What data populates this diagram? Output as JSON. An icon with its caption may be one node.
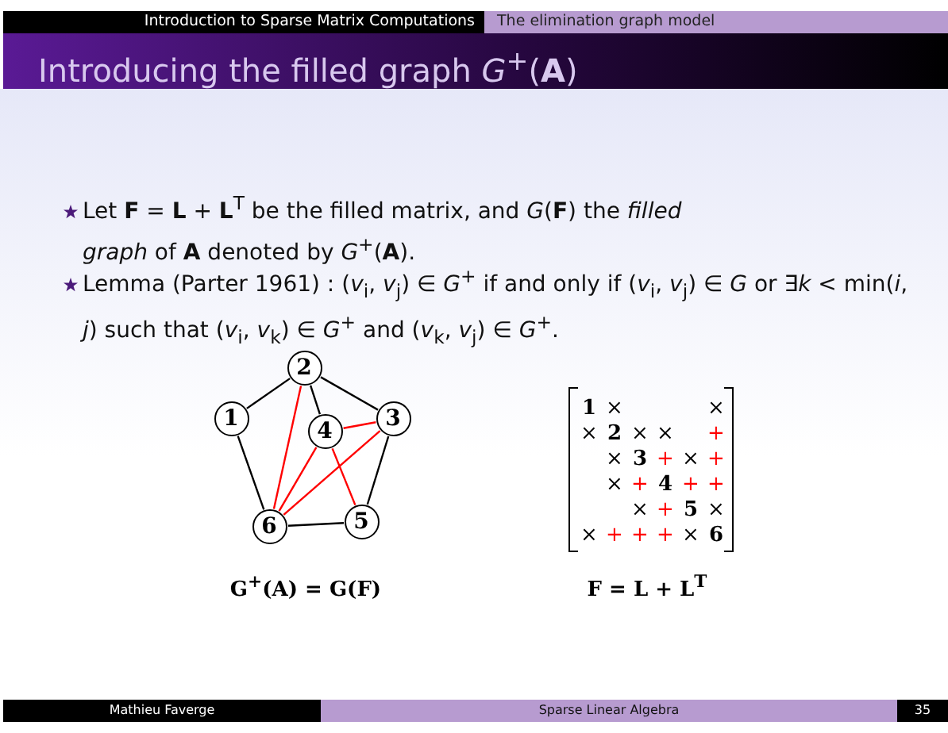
{
  "diagram": {
    "title": "Introducing the filled graph *G*$^{+}$(**A**)",
    "nodes": [
      {
        "text": [
          "1"
        ]
      },
      {
        "text": [
          "2"
        ]
      },
      {
        "text": [
          "3"
        ]
      },
      {
        "text": [
          "4"
        ]
      },
      {
        "text": [
          "5"
        ]
      },
      {
        "text": [
          "6"
        ]
      }
    ],
    "edges": [
      {
        "from": 0,
        "to": 1,
        "arrow": "none"
      },
      {
        "from": 1,
        "to": 2,
        "arrow": "none"
      },
      {
        "from": 1,
        "to": 3,
        "arrow": "none"
      },
      {
        "from": 2,
        "to": 4,
        "arrow": "none"
      },
      {
        "from": 4,
        "to": 5,
        "arrow": "none"
      },
      {
        "from": 0,
        "to": 5,
        "arrow": "none"
      },
      {
        "from": 1,
        "to": 5,
        "arrow": "none",
        "color": "#ff0000"
      },
      {
        "from": 3,
        "to": 5,
        "arrow": "none",
        "color": "#ff0000"
      },
      {
        "from": 2,
        "to": 5,
        "arrow": "none",
        "color": "#ff0000"
      },
      {
        "from": 3,
        "to": 2,
        "arrow": "none",
        "color": "#ff0000"
      },
      {
        "from": 3,
        "to": 4,
        "arrow": "none",
        "color": "#ff0000"
      }
    ],
    "labels": [
      "Introduction to Sparse Matrix Computations",
      "The elimination graph model",
      "Let **F** = **L** + **L**$^{T}$ be the filled matrix, and *G*(**F**) the *filled graph* of **A** denoted by *G*$^{+}$(**A**).",
      "Lemma (Parter 1961) : (*v*$_{i}$, *v*$_{j}$) ∈ *G*$^{+}$ if and only if (*v*$_{i}$, *v*$_{j}$) ∈ *G* or ∃*k* < min(*i*, *j*) such that (*v*$_{i}$, *v*$_{k}$) ∈ *G*$^{+}$ and (*v*$_{k}$, *v*$_{j}$) ∈ *G*$^{+}$.",
      "1",
      "×",
      "×",
      "×",
      "2",
      "×",
      "×",
      "+",
      "×",
      "3",
      "+",
      "×",
      "+",
      "×",
      "+",
      "4",
      "+",
      "+",
      "×",
      "+",
      "5",
      "×",
      "×",
      "+",
      "+",
      "+",
      "×",
      "6",
      "G$^{+}$(A) = G(F)",
      "F = L + L$^{T}$",
      "Mathieu Faverge",
      "Sparse Linear Algebra",
      "35"
    ]
  }
}
